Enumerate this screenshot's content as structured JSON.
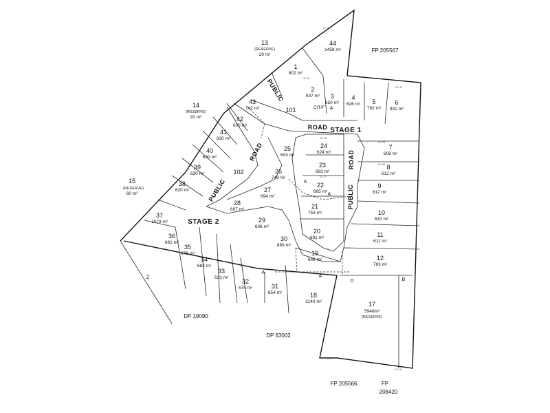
{
  "plan": {
    "neighbours": {
      "fp205567": "FP 205567",
      "fp205566": "FP 205566",
      "fp208420_a": "FP",
      "fp208420_b": "208420",
      "dp19090": "DP 19090",
      "dp63002": "DP 63002",
      "lot2": "2"
    },
    "roads": {
      "road_word": "ROAD",
      "public_word": "PUBLIC"
    },
    "stages": {
      "stage1": "STAGE 1",
      "stage2": "STAGE 2"
    },
    "reserves": [
      {
        "lot": "13",
        "label": "(RESERVE)",
        "area": "29 m²"
      },
      {
        "lot": "14",
        "label": "(RESERVE)",
        "area": "93 m²"
      },
      {
        "lot": "15",
        "label": "(RESERVE)",
        "area": "60 m²"
      }
    ],
    "lot17": {
      "lot": "17",
      "area": "5946m²",
      "label": "(RESERVE)"
    },
    "lots": [
      {
        "n": "44",
        "a": "1459 m²"
      },
      {
        "n": "1",
        "a": "802 m²"
      },
      {
        "n": "2",
        "a": "637 m²"
      },
      {
        "n": "3",
        "a": "650 m²"
      },
      {
        "n": "4",
        "a": "626 m²"
      },
      {
        "n": "5",
        "a": "792 m²"
      },
      {
        "n": "6",
        "a": "931 m²"
      },
      {
        "n": "43",
        "a": "742 m²"
      },
      {
        "n": "42",
        "a": "630 m²"
      },
      {
        "n": "41",
        "a": "630 m²"
      },
      {
        "n": "40",
        "a": "630 m²"
      },
      {
        "n": "39",
        "a": "630 m²"
      },
      {
        "n": "38",
        "a": "620 m²"
      },
      {
        "n": "37",
        "a": "1079 m²"
      },
      {
        "n": "36",
        "a": "681 m²"
      },
      {
        "n": "35",
        "a": "678 m²"
      },
      {
        "n": "34",
        "a": "683 m²"
      },
      {
        "n": "33",
        "a": "633 m²"
      },
      {
        "n": "32",
        "a": "675 m²"
      },
      {
        "n": "31",
        "a": "854 m²"
      },
      {
        "n": "30",
        "a": "889 m²"
      },
      {
        "n": "29",
        "a": "606 m²"
      },
      {
        "n": "28",
        "a": "697 m²"
      },
      {
        "n": "27",
        "a": "694 m²"
      },
      {
        "n": "26",
        "a": "748 m²"
      },
      {
        "n": "25",
        "a": "643 m²"
      },
      {
        "n": "24",
        "a": "624 m²"
      },
      {
        "n": "23",
        "a": "683 m²"
      },
      {
        "n": "22",
        "a": "665 m²"
      },
      {
        "n": "21",
        "a": "753 m²"
      },
      {
        "n": "20",
        "a": "691 m²"
      },
      {
        "n": "19",
        "a": "649 m²"
      },
      {
        "n": "18",
        "a": "2140 m²"
      },
      {
        "n": "7",
        "a": "608 m²"
      },
      {
        "n": "8",
        "a": "612 m²"
      },
      {
        "n": "9",
        "a": "612 m²"
      },
      {
        "n": "10",
        "a": "630 m²"
      },
      {
        "n": "11",
        "a": "611 m²"
      },
      {
        "n": "12",
        "a": "763 m²"
      }
    ],
    "road_lots": {
      "r101": "101",
      "r102": "102"
    },
    "marks": {
      "cit": "CIT/F",
      "a": "A",
      "b": "B",
      "d": "D"
    }
  }
}
